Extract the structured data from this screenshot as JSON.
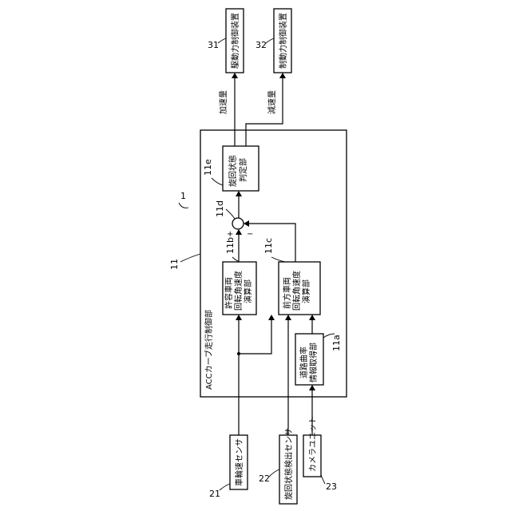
{
  "diagram": {
    "system_ref": "1",
    "controller": {
      "ref": "11",
      "label": "ACCカーブ走行制御部"
    },
    "blocks": {
      "allowable": {
        "ref": "11b",
        "lines": [
          "許容車両",
          "回転角速度",
          "演算部"
        ]
      },
      "forward": {
        "ref": "11c",
        "lines": [
          "前方車両",
          "回転角速度",
          "演算部"
        ]
      },
      "road": {
        "ref": "11a",
        "lines": [
          "道路曲率",
          "情報取得部"
        ]
      },
      "turning": {
        "ref": "11e",
        "lines": [
          "旋回状態",
          "判定部"
        ]
      },
      "subtractor": {
        "ref": "11d",
        "plus": "+",
        "minus": "−"
      }
    },
    "sensors": {
      "wheel": {
        "ref": "21",
        "label": "車輪速センサ"
      },
      "turn": {
        "ref": "22",
        "label": "旋回状態検出センサ"
      },
      "camera": {
        "ref": "23",
        "label": "カメラユニット"
      }
    },
    "actuators": {
      "drive": {
        "ref": "31",
        "label": "駆動力制御装置"
      },
      "brake": {
        "ref": "32",
        "label": "制動力制御装置"
      }
    },
    "signals": {
      "accel": "加速量",
      "decel": "減速量"
    }
  }
}
